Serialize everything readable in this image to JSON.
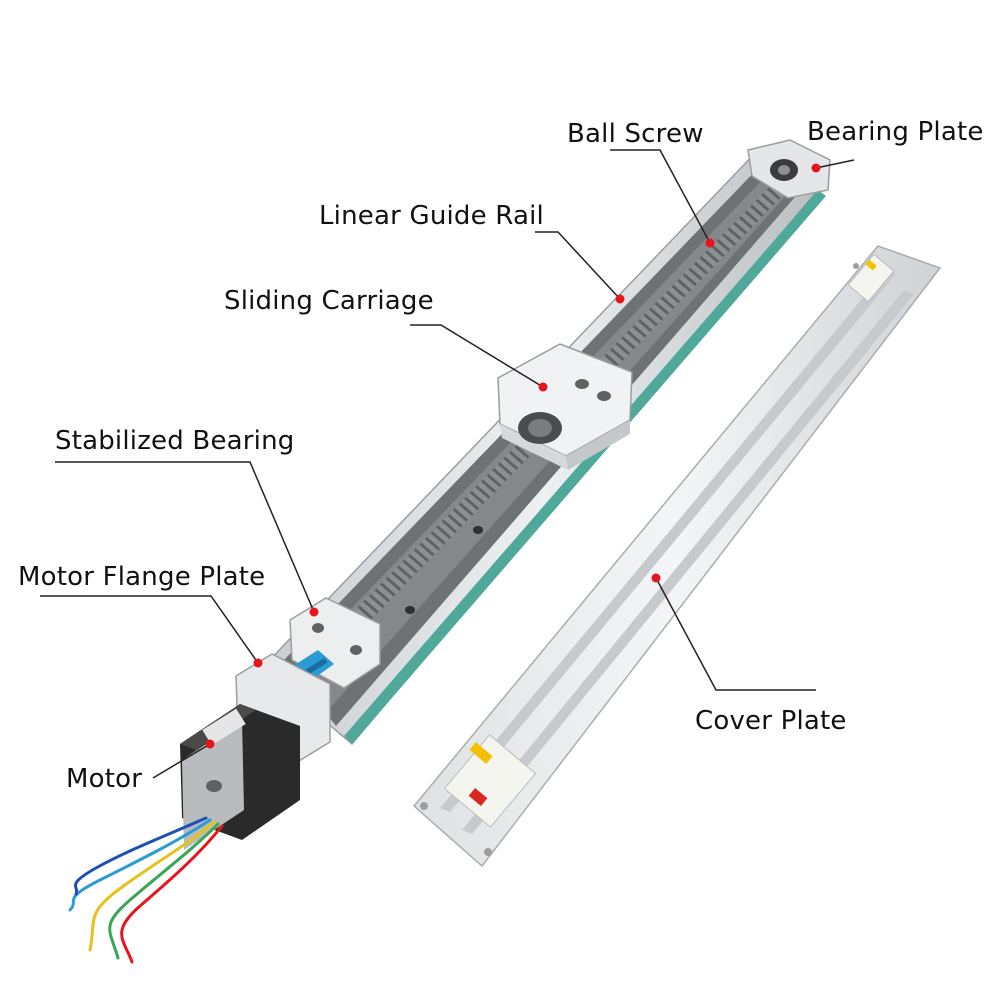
{
  "diagram": {
    "labels": {
      "ball_screw": "Ball Screw",
      "bearing_plate": "Bearing Plate",
      "linear_guide_rail": "Linear Guide Rail",
      "sliding_carriage": "Sliding Carriage",
      "stabilized_bearing": "Stabilized Bearing",
      "motor_flange_plate": "Motor Flange Plate",
      "motor": "Motor",
      "cover_plate": "Cover Plate"
    },
    "colors": {
      "text": "#111111",
      "leader_line": "#222222",
      "marker_dot": "#e8141c",
      "aluminum": "#d9dcde",
      "aluminum_dark": "#a9adb0",
      "channel": "#6e7275",
      "teal_stripe": "#4fa89a",
      "screw": "#8c8f91",
      "motor_body": "#2a2a2a",
      "coupling": "#2b9bd6"
    }
  }
}
